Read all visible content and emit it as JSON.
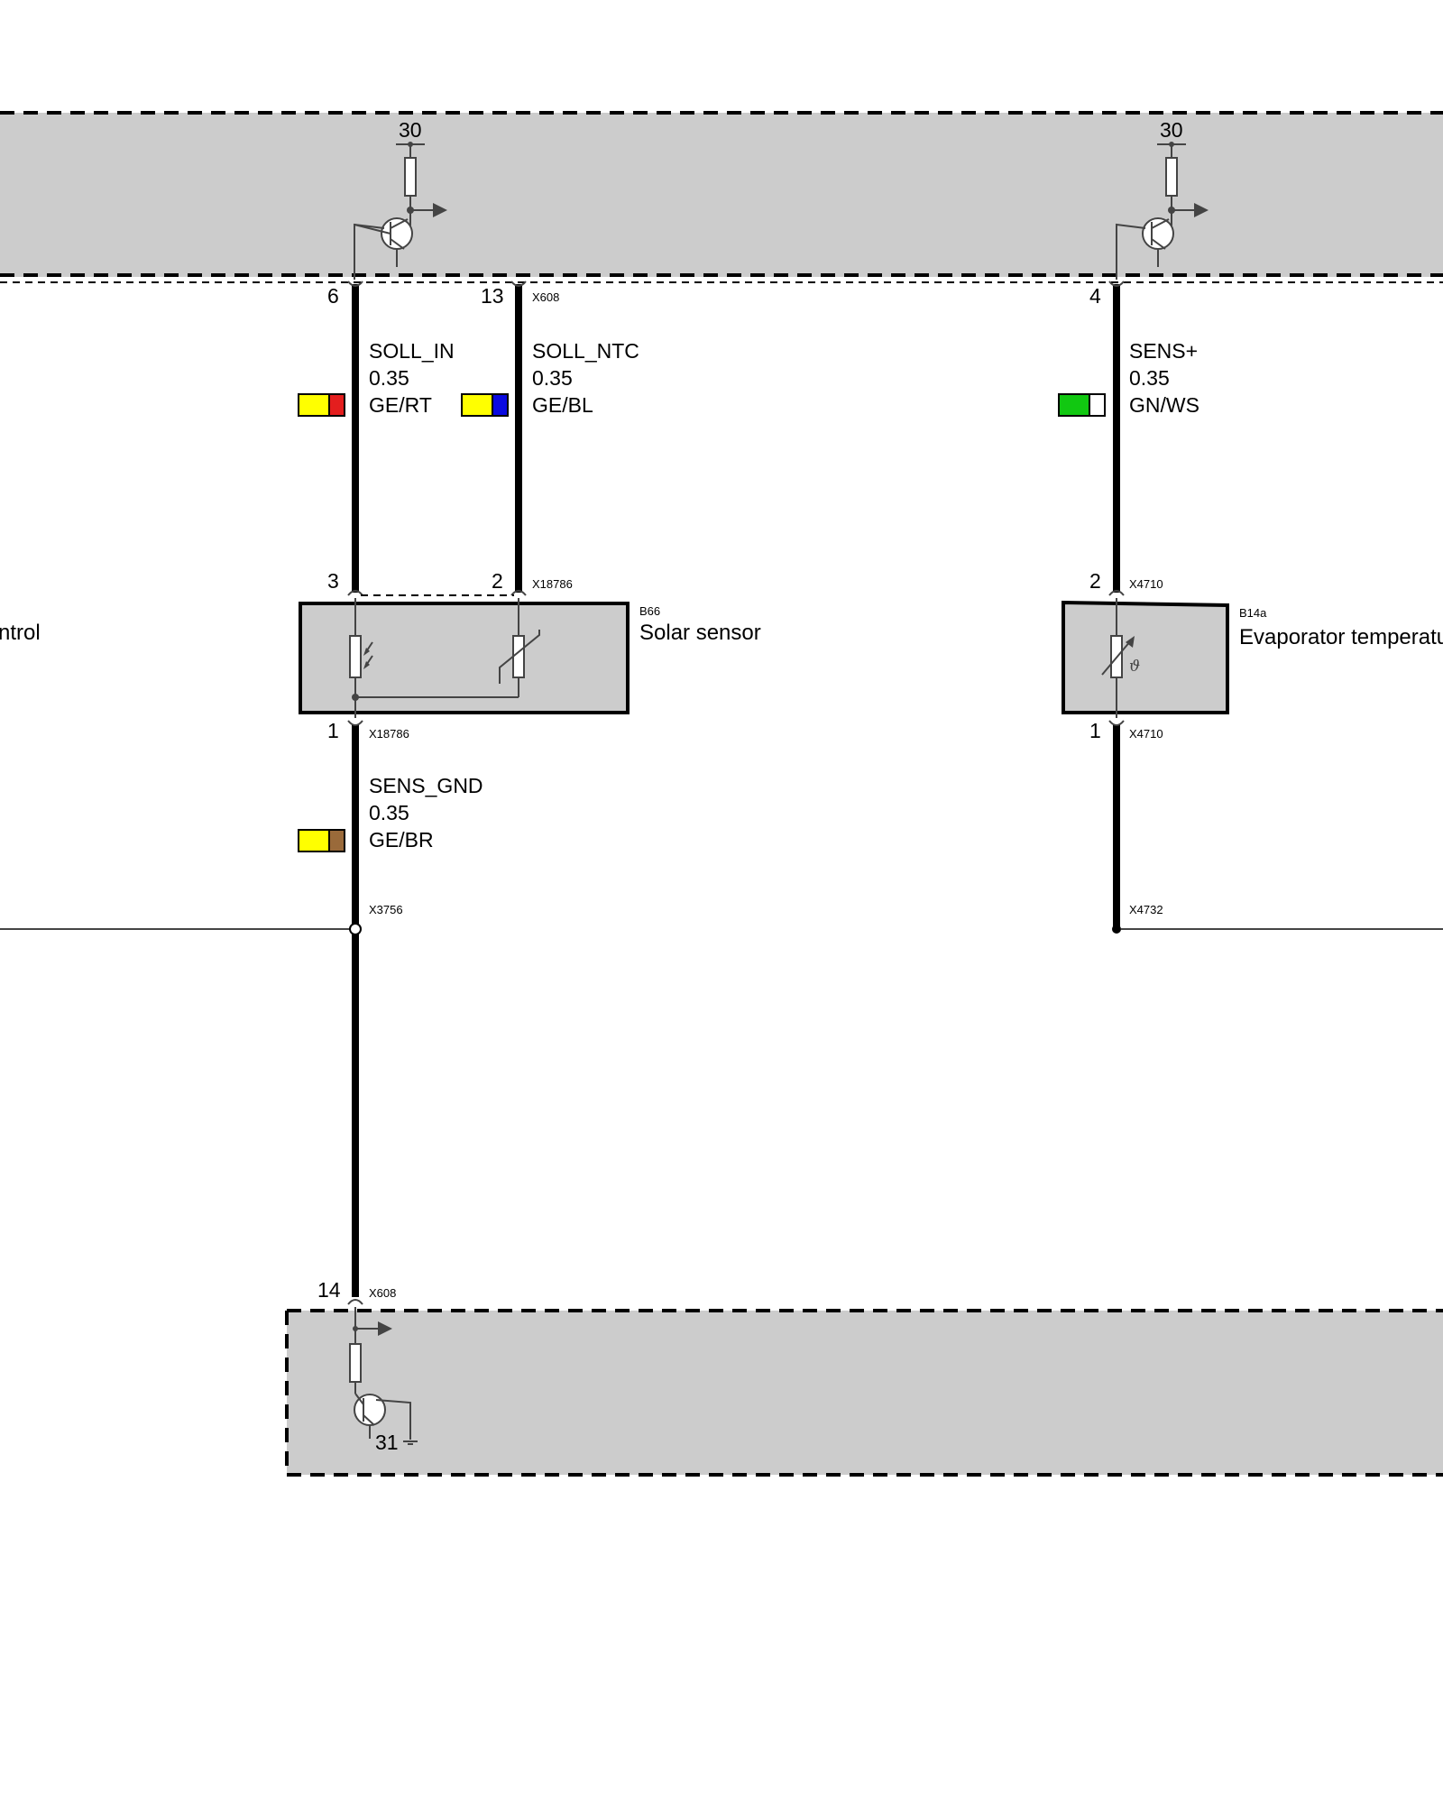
{
  "colors": {
    "module_fill": "#cccccc",
    "GE": "#ffff00",
    "RT": "#e41e1e",
    "BL": "#0a0ae0",
    "GN": "#11c811",
    "WS": "#ffffff",
    "BR": "#9a6a3a"
  },
  "control_unit_top": {
    "left_supply_label": "30",
    "right_supply_label": "30"
  },
  "control_unit_bottom": {
    "ground_label": "31"
  },
  "left_label_partial": "ntrol",
  "wires": {
    "soll_in": {
      "pin_top": "6",
      "pin_bottom": "3",
      "signal": "SOLL_IN",
      "size": "0.35",
      "color_code": "GE/RT",
      "colors": [
        "GE",
        "RT"
      ]
    },
    "soll_ntc": {
      "pin_top": "13",
      "pin_bottom": "2",
      "connector_top": "X608",
      "connector_bottom": "X18786",
      "signal": "SOLL_NTC",
      "size": "0.35",
      "color_code": "GE/BL",
      "colors": [
        "GE",
        "BL"
      ]
    },
    "sens_plus": {
      "pin_top": "4",
      "pin_bottom": "2",
      "connector_bottom": "X4710",
      "signal": "SENS+",
      "size": "0.35",
      "color_code": "GN/WS",
      "colors": [
        "GN",
        "WS"
      ]
    },
    "sens_gnd": {
      "pin_top": "1",
      "connector_top": "X18786",
      "signal": "SENS_GND",
      "size": "0.35",
      "color_code": "GE/BR",
      "colors": [
        "GE",
        "BR"
      ],
      "splice": "X3756",
      "pin_module": "14",
      "connector_module": "X608"
    },
    "evap_return": {
      "pin_top": "1",
      "connector_top": "X4710",
      "splice": "X4732"
    }
  },
  "components": {
    "solar_sensor": {
      "id": "B66",
      "name": "Solar sensor"
    },
    "evaporator_sensor": {
      "id": "B14a",
      "name": "Evaporator temperatu"
    }
  }
}
